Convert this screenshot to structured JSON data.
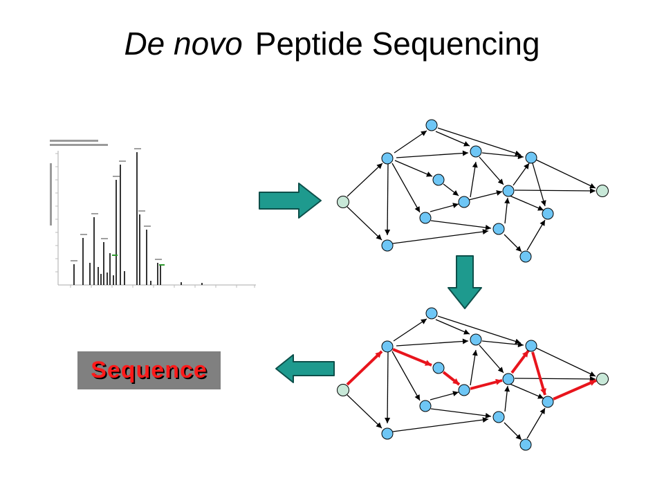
{
  "title": {
    "italic": "De novo",
    "rest": "Peptide Sequencing"
  },
  "result_label": "Sequence",
  "colors": {
    "node_fill": "#6ec6f5",
    "start_end_fill": "#c8e8d8",
    "path_red": "#e8141c",
    "arrow_teal": "#1e9a8e",
    "label_bg": "#808080",
    "label_text": "#ff1a1a"
  },
  "icons": [
    "arrow-right-icon",
    "arrow-down-icon",
    "arrow-left-icon"
  ]
}
